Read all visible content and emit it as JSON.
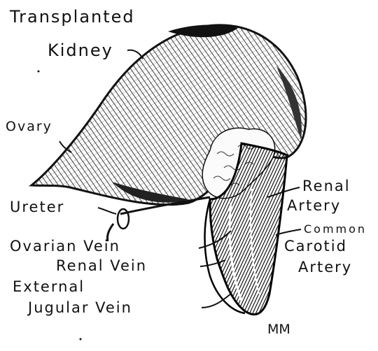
{
  "labels": {
    "transplanted": "Transplanted",
    "kidney": "Kidney",
    "ovary": "Ovary",
    "ureter": "Ureter",
    "ovarian_vein": "Ovarian Vein",
    "renal_vein": "Renal Vein",
    "external": "External",
    "jugular_vein": "Jugular Vein",
    "renal": "Renal",
    "artery_renal": "Artery",
    "common": "Common",
    "carotid": "Carotid",
    "artery_carotid": "Artery",
    "signature": "MM"
  }
}
